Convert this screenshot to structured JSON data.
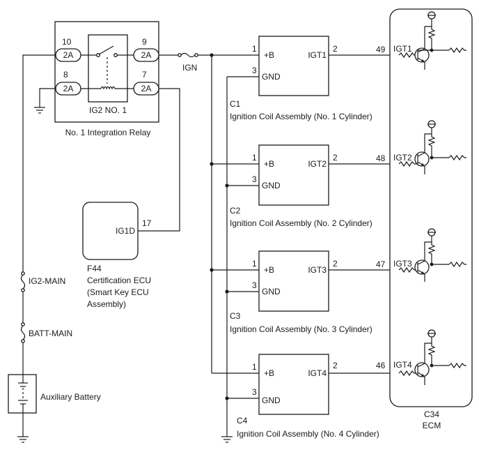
{
  "relay": {
    "name": "No. 1 Integration Relay",
    "sub_name": "IG2 NO. 1",
    "pins": [
      "10",
      "8",
      "9",
      "7"
    ],
    "connector": "2A"
  },
  "fuses": {
    "ign": "IGN",
    "ig2_main": "IG2-MAIN",
    "batt_main": "BATT-MAIN"
  },
  "battery": {
    "label": "Auxiliary Battery"
  },
  "cert_ecu": {
    "code": "F44",
    "name_lines": [
      "Certification ECU",
      "(Smart Key ECU",
      "Assembly)"
    ],
    "pin_name": "IG1D",
    "pin_no": "17"
  },
  "coils": [
    {
      "code": "C1",
      "name": "Ignition Coil Assembly (No. 1 Cylinder)",
      "b_label": "+B",
      "gnd_label": "GND",
      "igt_label": "IGT1",
      "pin_b": "1",
      "pin_gnd": "3",
      "pin_out": "2"
    },
    {
      "code": "C2",
      "name": "Ignition Coil Assembly (No. 2 Cylinder)",
      "b_label": "+B",
      "gnd_label": "GND",
      "igt_label": "IGT2",
      "pin_b": "1",
      "pin_gnd": "3",
      "pin_out": "2"
    },
    {
      "code": "C3",
      "name": "Ignition Coil Assembly (No. 3 Cylinder)",
      "b_label": "+B",
      "gnd_label": "GND",
      "igt_label": "IGT3",
      "pin_b": "1",
      "pin_gnd": "3",
      "pin_out": "2"
    },
    {
      "code": "C4",
      "name": "Ignition Coil Assembly (No. 4 Cylinder)",
      "b_label": "+B",
      "gnd_label": "GND",
      "igt_label": "IGT4",
      "pin_b": "1",
      "pin_gnd": "3",
      "pin_out": "2"
    }
  ],
  "ecm": {
    "code": "C34",
    "name": "ECM",
    "inputs": [
      {
        "pin": "49",
        "label": "IGT1"
      },
      {
        "pin": "48",
        "label": "IGT2"
      },
      {
        "pin": "47",
        "label": "IGT3"
      },
      {
        "pin": "46",
        "label": "IGT4"
      }
    ]
  }
}
